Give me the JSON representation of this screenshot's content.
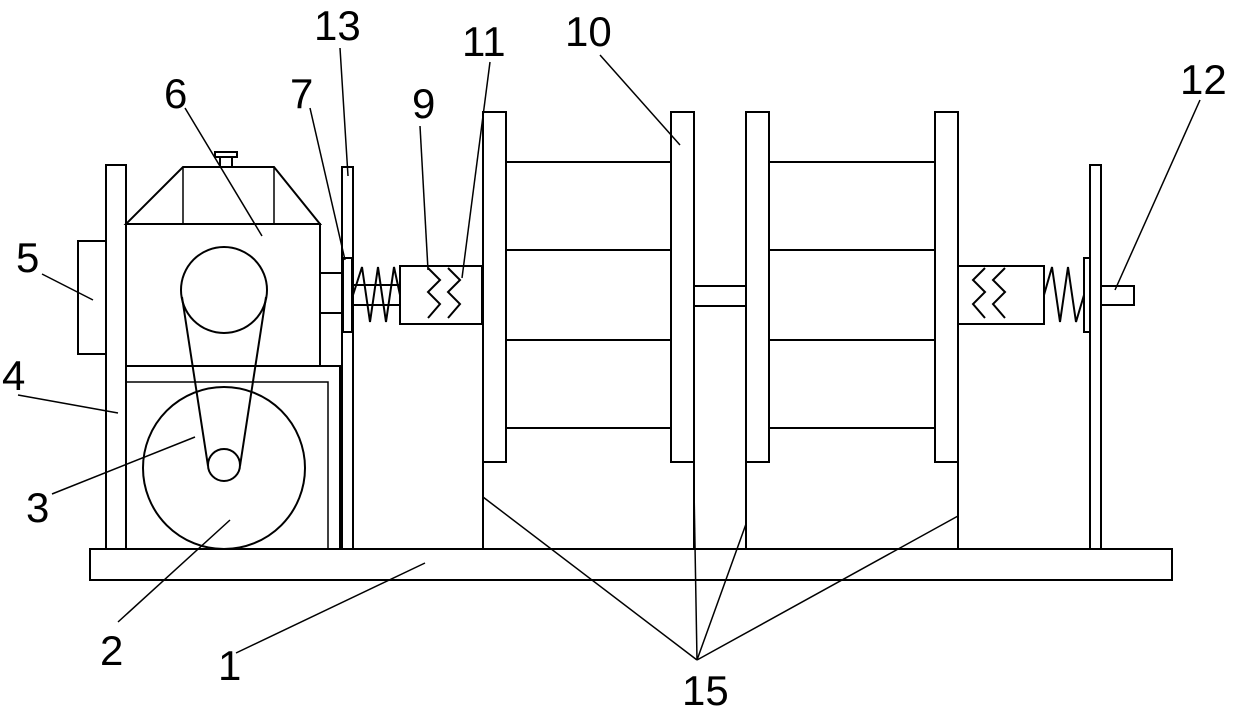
{
  "labels": {
    "l1": "1",
    "l2": "2",
    "l3": "3",
    "l4": "4",
    "l5": "5",
    "l6": "6",
    "l7": "7",
    "l9": "9",
    "l10": "10",
    "l11": "11",
    "l12": "12",
    "l13": "13",
    "l15": "15"
  }
}
